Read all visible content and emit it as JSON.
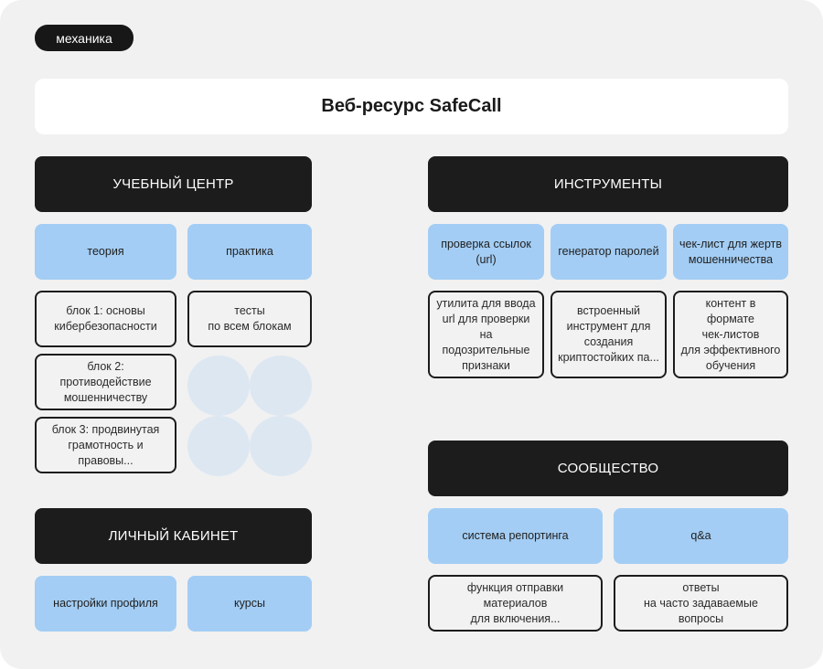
{
  "tag": "механика",
  "title": "Веб-ресурс SafeCall",
  "learning_center": {
    "header": "УЧЕБНЫЙ ЦЕНТР",
    "theory": "теория",
    "practice": "практика",
    "block1": "блок 1: основы\nкибербезопасности",
    "block2": "блок 2: противодействие\nмошенничеству",
    "block3": "блок 3: продвинутая\nграмотность и правовы...",
    "tests": "тесты\nпо всем блокам"
  },
  "account": {
    "header": "ЛИЧНЫЙ КАБИНЕТ",
    "profile_settings": "настройки профиля",
    "courses": "курсы"
  },
  "tools": {
    "header": "ИНСТРУМЕНТЫ",
    "link_check": "проверка ссылок\n(url)",
    "password_gen": "генератор паролей",
    "checklist": "чек-лист для жертв\nмошенничества",
    "link_check_desc": "утилита для ввода\nurl для проверки\nна подозрительные\nпризнаки",
    "password_gen_desc": "встроенный\nинструмент для\nсоздания\nкриптостойких па...",
    "checklist_desc": "контент в формате\nчек-листов\nдля эффективного\nобучения"
  },
  "community": {
    "header": "СООБЩЕСТВО",
    "reporting": "система репортинга",
    "qa": "q&a",
    "reporting_desc": "функция отправки материалов\nдля включения...",
    "qa_desc": "ответы\nна часто задаваемые вопросы"
  },
  "colors": {
    "dark": "#1c1c1c",
    "blue": "#a3cdf4",
    "background": "#f1f1f1",
    "decoration": "#dde7f2"
  }
}
